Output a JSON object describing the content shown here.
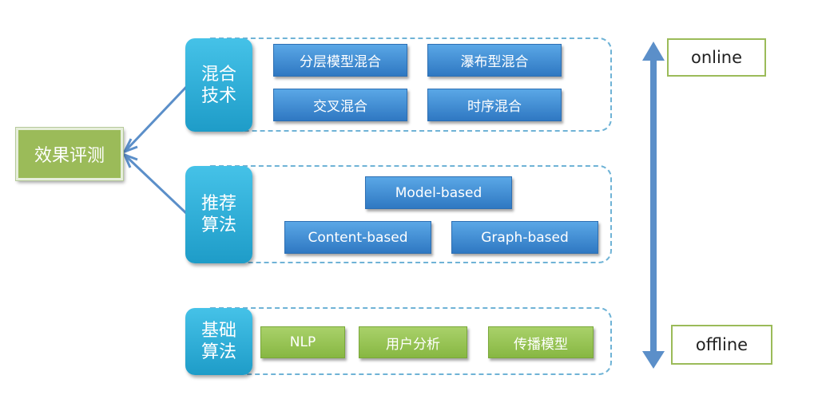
{
  "evaluation": {
    "label": "效果评测"
  },
  "layers": {
    "hybrid": {
      "label_line1": "混合",
      "label_line2": "技术",
      "items": [
        "分层模型混合",
        "瀑布型混合",
        "交叉混合",
        "时序混合"
      ]
    },
    "recommend": {
      "label_line1": "推荐",
      "label_line2": "算法",
      "items": [
        "Model-based",
        "Content-based",
        "Graph-based"
      ]
    },
    "basic": {
      "label_line1": "基础",
      "label_line2": "算法",
      "items": [
        "NLP",
        "用户分析",
        "传播模型"
      ]
    }
  },
  "axis": {
    "top_label": "online",
    "bottom_label": "offline"
  },
  "colors": {
    "layer_label": "#1e9cc8",
    "blue_item": "#3d86d0",
    "green_item": "#9bbb59",
    "dashed_border": "#6fb3d6",
    "arrow": "#5b8fc9"
  }
}
